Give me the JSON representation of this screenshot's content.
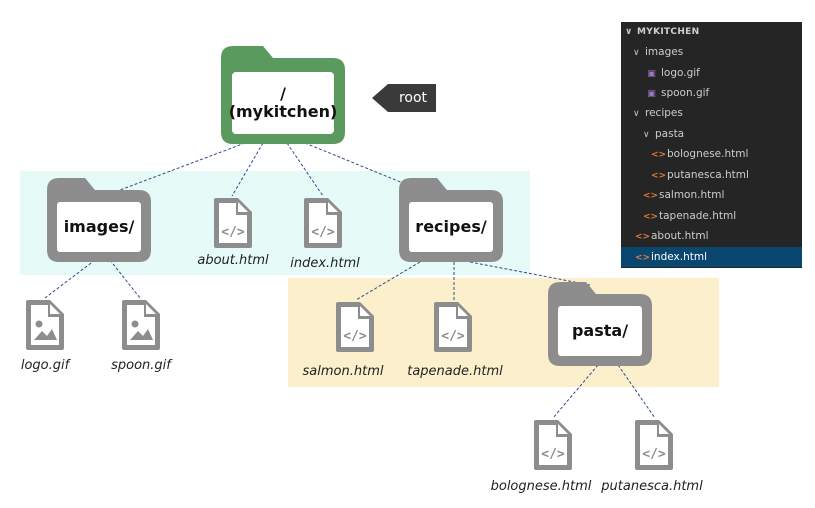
{
  "diagram": {
    "root_folder": {
      "line1": "/",
      "line2": "(mykitchen)"
    },
    "root_tag": "root",
    "folders": {
      "images": "images/",
      "recipes": "recipes/",
      "pasta": "pasta/"
    },
    "files": {
      "about": "about.html",
      "index": "index.html",
      "logo": "logo.gif",
      "spoon": "spoon.gif",
      "salmon": "salmon.html",
      "tapenade": "tapenade.html",
      "bolognese": "bolognese.html",
      "putanesca": "putanesca.html"
    },
    "colors": {
      "root_folder": "#5a9a5e",
      "folder": "#8d8d8d",
      "file_icon": "#8d8d8d",
      "root_band": "#e6fbf7",
      "recipes_band": "#fcefcc",
      "root_tag": "#3a3a3a",
      "connector": "#2f4c8a"
    }
  },
  "explorer": {
    "header": "MYKITCHEN",
    "items": [
      {
        "label": "images",
        "kind": "folder"
      },
      {
        "label": "logo.gif",
        "kind": "image"
      },
      {
        "label": "spoon.gif",
        "kind": "image"
      },
      {
        "label": "recipes",
        "kind": "folder"
      },
      {
        "label": "pasta",
        "kind": "folder"
      },
      {
        "label": "bolognese.html",
        "kind": "code"
      },
      {
        "label": "putanesca.html",
        "kind": "code"
      },
      {
        "label": "salmon.html",
        "kind": "code"
      },
      {
        "label": "tapenade.html",
        "kind": "code"
      },
      {
        "label": "about.html",
        "kind": "code"
      },
      {
        "label": "index.html",
        "kind": "code",
        "selected": true
      }
    ],
    "chevron_icon": "chevron-down-icon",
    "code_icon": "code-brackets-icon",
    "image_icon": "image-file-icon"
  }
}
